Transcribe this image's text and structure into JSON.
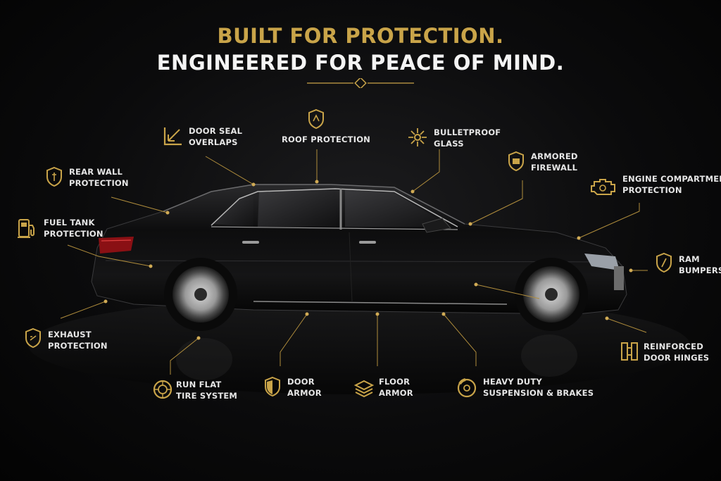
{
  "headline": {
    "line1": "BUILT FOR PROTECTION.",
    "line2": "ENGINEERED FOR PEACE OF MIND."
  },
  "colors": {
    "gold": "#c9a449",
    "white": "#f4f4f4",
    "background": "#050505"
  },
  "features": [
    {
      "id": "rear-wall",
      "icon": "shield-icon",
      "lines": [
        "REAR WALL",
        "PROTECTION"
      ]
    },
    {
      "id": "door-seal",
      "icon": "corner-arrow-icon",
      "lines": [
        "DOOR SEAL",
        "OVERLAPS"
      ]
    },
    {
      "id": "roof",
      "icon": "roof-shield-icon",
      "lines": [
        "ROOF PROTECTION"
      ]
    },
    {
      "id": "glass",
      "icon": "glass-impact-icon",
      "lines": [
        "BULLETPROOF",
        "GLASS"
      ]
    },
    {
      "id": "firewall",
      "icon": "firewall-shield-icon",
      "lines": [
        "ARMORED",
        "FIREWALL"
      ]
    },
    {
      "id": "engine",
      "icon": "engine-icon",
      "lines": [
        "ENGINE COMPARTMENT",
        "PROTECTION"
      ]
    },
    {
      "id": "fuel",
      "icon": "fuel-pump-icon",
      "lines": [
        "FUEL TANK",
        "PROTECTION"
      ]
    },
    {
      "id": "ram",
      "icon": "ram-shield-icon",
      "lines": [
        "RAM",
        "BUMPERS"
      ]
    },
    {
      "id": "exhaust",
      "icon": "exhaust-shield-icon",
      "lines": [
        "EXHAUST",
        "PROTECTION"
      ]
    },
    {
      "id": "runflat",
      "icon": "tire-icon",
      "lines": [
        "RUN FLAT",
        "TIRE SYSTEM"
      ]
    },
    {
      "id": "door-armor",
      "icon": "door-shield-icon",
      "lines": [
        "DOOR",
        "ARMOR"
      ]
    },
    {
      "id": "floor",
      "icon": "layers-icon",
      "lines": [
        "FLOOR",
        "ARMOR"
      ]
    },
    {
      "id": "suspension",
      "icon": "brake-disc-icon",
      "lines": [
        "HEAVY DUTY",
        "SUSPENSION & BRAKES"
      ]
    },
    {
      "id": "hinges",
      "icon": "hinge-icon",
      "lines": [
        "REINFORCED",
        "DOOR HINGES"
      ]
    }
  ]
}
